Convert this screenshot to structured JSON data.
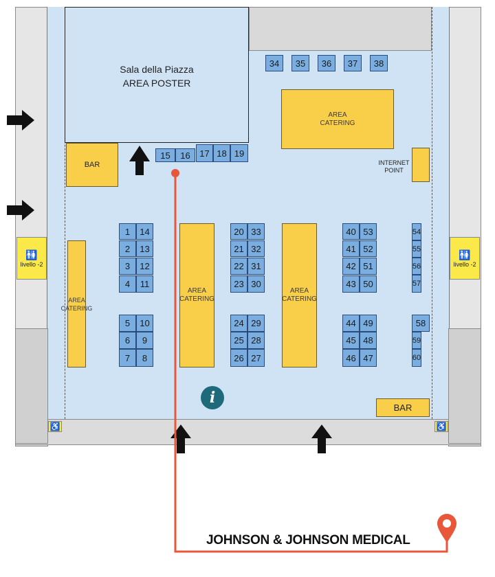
{
  "poster_room": {
    "line1": "Sala della Piazza",
    "line2": "AREA POSTER"
  },
  "catering_label": "AREA\nCATERING",
  "bar_left": "BAR",
  "bar_bottom": "BAR",
  "internet_point": "INTERNET\nPOINT",
  "lift_left": "livello -2",
  "lift_right": "livello -2",
  "stands": {
    "s1": "1",
    "s2": "2",
    "s3": "3",
    "s4": "4",
    "s5": "5",
    "s6": "6",
    "s7": "7",
    "s8": "8",
    "s9": "9",
    "s10": "10",
    "s11": "11",
    "s12": "12",
    "s13": "13",
    "s14": "14",
    "s15": "15",
    "s16": "16",
    "s17": "17",
    "s18": "18",
    "s19": "19",
    "s20": "20",
    "s21": "21",
    "s22": "22",
    "s23": "23",
    "s24": "24",
    "s25": "25",
    "s26": "26",
    "s27": "27",
    "s28": "28",
    "s29": "29",
    "s30": "30",
    "s31": "31",
    "s32": "32",
    "s33": "33",
    "s34": "34",
    "s35": "35",
    "s36": "36",
    "s37": "37",
    "s38": "38",
    "s40": "40",
    "s41": "41",
    "s42": "42",
    "s43": "43",
    "s44": "44",
    "s45": "45",
    "s46": "46",
    "s47": "47",
    "s48": "48",
    "s49": "49",
    "s50": "50",
    "s51": "51",
    "s52": "52",
    "s53": "53",
    "s54": "54",
    "s55": "55",
    "s56": "56",
    "s57": "57",
    "s58": "58",
    "s59": "59",
    "s60": "60"
  },
  "exhibitor": "JOHNSON & JOHNSON MEDICAL",
  "colors": {
    "hall": "#cfe3f5",
    "stand": "#7aaee0",
    "catering": "#f9cf4a",
    "route": "#e8573a",
    "info": "#1e6a7a"
  }
}
